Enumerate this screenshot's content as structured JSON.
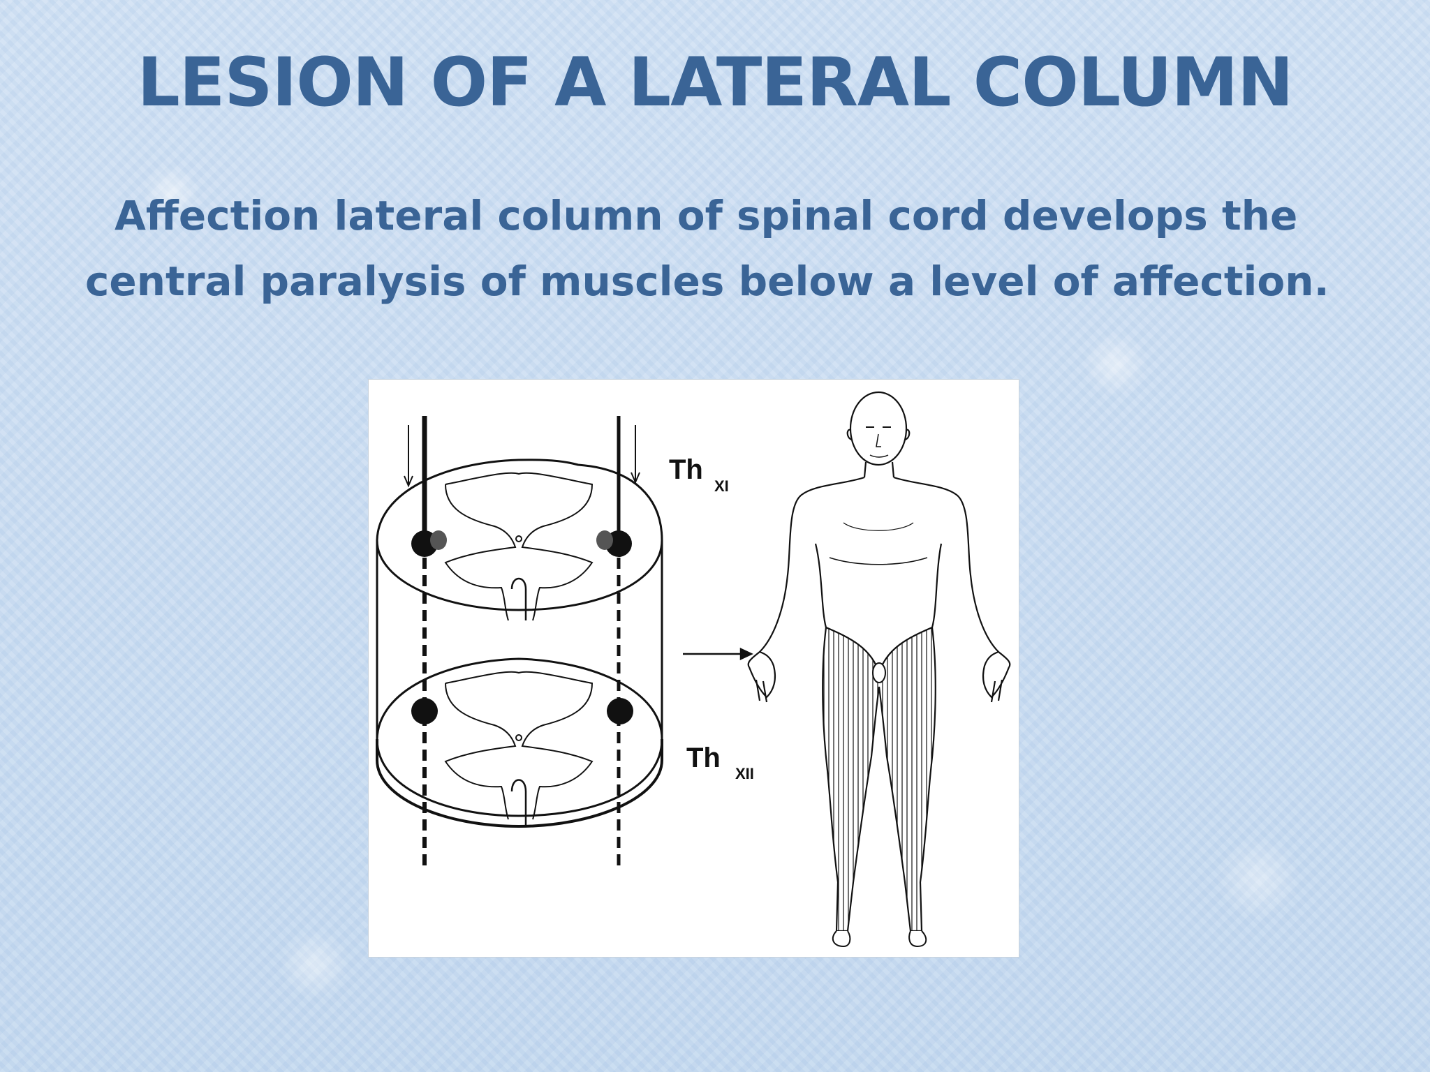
{
  "slide": {
    "title": "LESION OF A LATERAL COLUMN",
    "body": "Affection lateral column of spinal cord develops the central paralysis of muscles below a level of affection."
  },
  "figure": {
    "label_upper": "Th",
    "label_upper_sub": "XI",
    "label_lower": "Th",
    "label_lower_sub": "XII"
  },
  "colors": {
    "title": "#3a6496",
    "background": "#c9dcf0",
    "figure_bg": "#ffffff"
  }
}
